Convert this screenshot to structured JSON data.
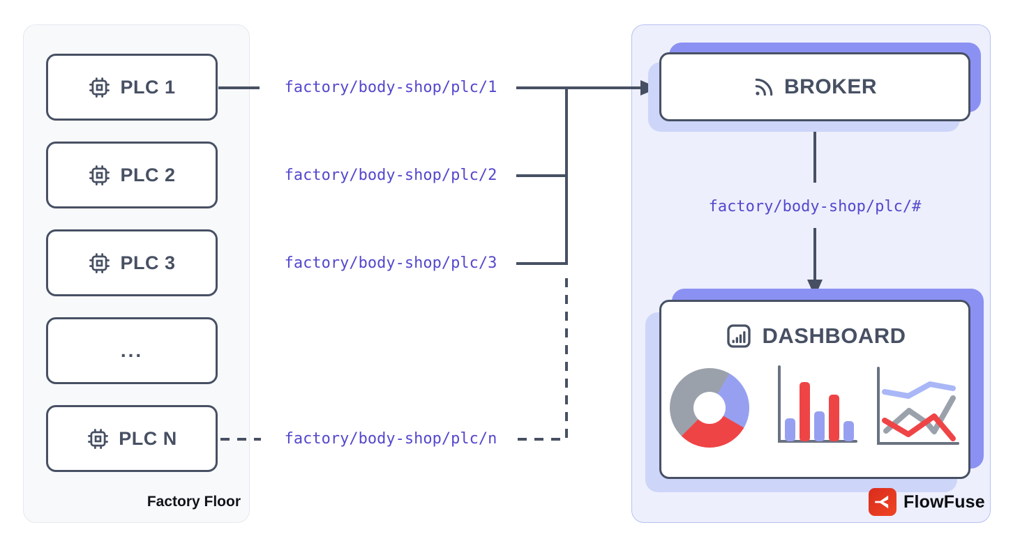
{
  "colors": {
    "outline": "#475063",
    "topic_text": "#5448cd",
    "left_panel_bg": "#f8f9fb",
    "right_panel_bg": "#edeffc",
    "right_panel_border": "#b7c1f2",
    "accent_purple": "#8b91f2",
    "accent_lavender": "#cdd5f9",
    "chart_red": "#ef4446",
    "chart_gray": "#9aa1ab",
    "chart_periwinkle": "#97a0f0",
    "chart_blue_line": "#a9b7f7",
    "brand_red": "#e1341f"
  },
  "factory": {
    "label": "Factory Floor",
    "nodes": [
      {
        "label": "PLC 1",
        "icon": "cpu-chip-icon"
      },
      {
        "label": "PLC 2",
        "icon": "cpu-chip-icon"
      },
      {
        "label": "PLC 3",
        "icon": "cpu-chip-icon"
      },
      {
        "label": "...",
        "icon": null
      },
      {
        "label": "PLC N",
        "icon": "cpu-chip-icon"
      }
    ]
  },
  "topics": {
    "plc1": "factory/body-shop/plc/1",
    "plc2": "factory/body-shop/plc/2",
    "plc3": "factory/body-shop/plc/3",
    "plcn": "factory/body-shop/plc/n",
    "wildcard": "factory/body-shop/plc/#"
  },
  "cloud": {
    "broker_label": "BROKER",
    "broker_icon": "rss-broadcast-icon",
    "dashboard_label": "DASHBOARD",
    "dashboard_icon": "bar-chart-square-icon",
    "dashboard_charts": [
      "donut-chart-icon",
      "bar-chart-icon",
      "line-chart-icon"
    ]
  },
  "brand": {
    "label": "FlowFuse",
    "icon": "flowfuse-logo"
  }
}
